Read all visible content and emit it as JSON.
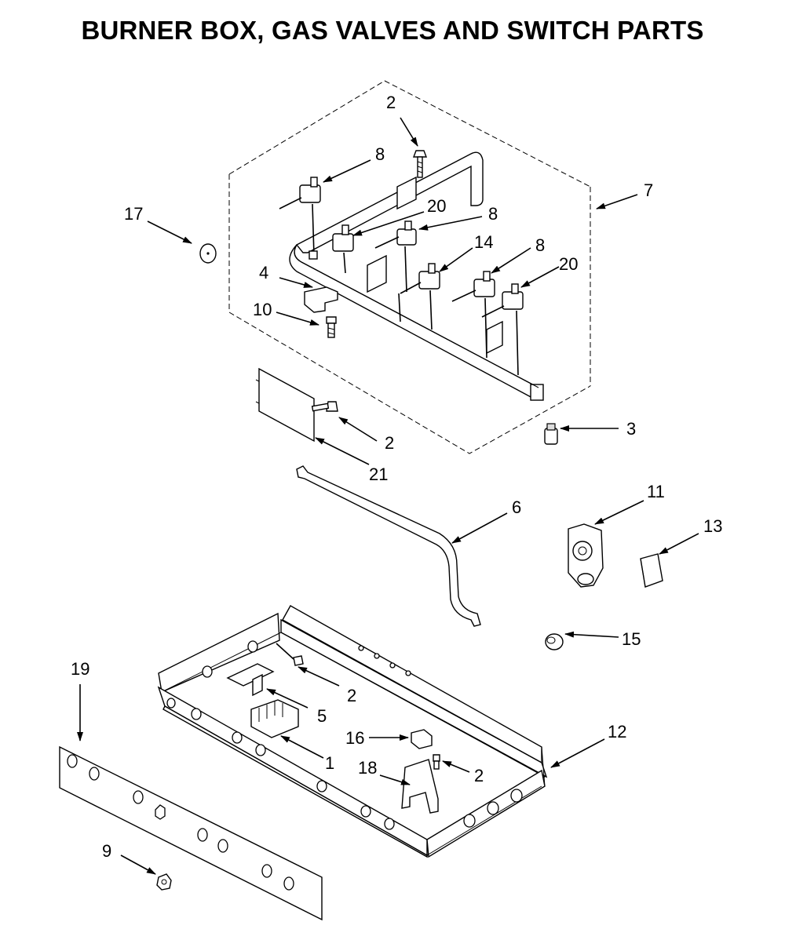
{
  "title": "BURNER BOX, GAS VALVES AND SWITCH PARTS",
  "callouts": [
    {
      "id": "c2a",
      "label": "2"
    },
    {
      "id": "c8a",
      "label": "8"
    },
    {
      "id": "c20a",
      "label": "20"
    },
    {
      "id": "c8b",
      "label": "8"
    },
    {
      "id": "c7",
      "label": "7"
    },
    {
      "id": "c17",
      "label": "17"
    },
    {
      "id": "c14",
      "label": "14"
    },
    {
      "id": "c8c",
      "label": "8"
    },
    {
      "id": "c20b",
      "label": "20"
    },
    {
      "id": "c4",
      "label": "4"
    },
    {
      "id": "c10",
      "label": "10"
    },
    {
      "id": "c2b",
      "label": "2"
    },
    {
      "id": "c21",
      "label": "21"
    },
    {
      "id": "c3",
      "label": "3"
    },
    {
      "id": "c6",
      "label": "6"
    },
    {
      "id": "c11",
      "label": "11"
    },
    {
      "id": "c13",
      "label": "13"
    },
    {
      "id": "c15",
      "label": "15"
    },
    {
      "id": "c19",
      "label": "19"
    },
    {
      "id": "c2c",
      "label": "2"
    },
    {
      "id": "c5",
      "label": "5"
    },
    {
      "id": "c16",
      "label": "16"
    },
    {
      "id": "c1",
      "label": "1"
    },
    {
      "id": "c12",
      "label": "12"
    },
    {
      "id": "c18",
      "label": "18"
    },
    {
      "id": "c2d",
      "label": "2"
    },
    {
      "id": "c9",
      "label": "9"
    }
  ]
}
